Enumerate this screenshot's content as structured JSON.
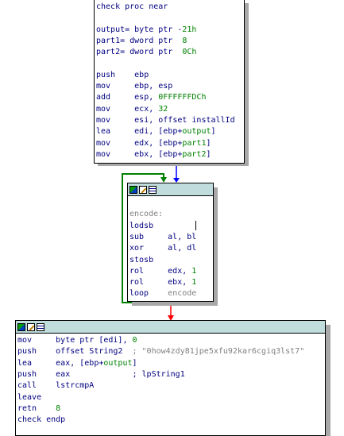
{
  "colors": {
    "background": "#ffffff",
    "titlebar": "#c0dcdc",
    "green_edge": "#008000",
    "red_edge": "#ff0000",
    "blue_edge": "#0000ff"
  },
  "icons": [
    "graph-icon",
    "edit-icon",
    "listing-icon"
  ],
  "block1": {
    "lines": [
      [
        {
          "t": "check proc near",
          "c": "mn"
        }
      ],
      [],
      [
        {
          "t": "output= byte ptr -",
          "c": "mn"
        },
        {
          "t": "21h",
          "c": "imm"
        }
      ],
      [
        {
          "t": "part1= dword ptr  ",
          "c": "mn"
        },
        {
          "t": "8",
          "c": "imm"
        }
      ],
      [
        {
          "t": "part2= dword ptr  ",
          "c": "mn"
        },
        {
          "t": "0Ch",
          "c": "imm"
        }
      ],
      [],
      [
        {
          "t": "push    ebp",
          "c": "mn"
        }
      ],
      [
        {
          "t": "mov     ebp, esp",
          "c": "mn"
        }
      ],
      [
        {
          "t": "add     esp, ",
          "c": "mn"
        },
        {
          "t": "0FFFFFFDCh",
          "c": "imm"
        }
      ],
      [
        {
          "t": "mov     ecx, ",
          "c": "mn"
        },
        {
          "t": "32",
          "c": "imm"
        }
      ],
      [
        {
          "t": "mov     esi, offset installId",
          "c": "mn"
        }
      ],
      [
        {
          "t": "lea     edi, [ebp+",
          "c": "mn"
        },
        {
          "t": "output",
          "c": "ref"
        },
        {
          "t": "]",
          "c": "mn"
        }
      ],
      [
        {
          "t": "mov     edx, [ebp+",
          "c": "mn"
        },
        {
          "t": "part1",
          "c": "ref"
        },
        {
          "t": "]",
          "c": "mn"
        }
      ],
      [
        {
          "t": "mov     ebx, [ebp+",
          "c": "mn"
        },
        {
          "t": "part2",
          "c": "ref"
        },
        {
          "t": "]",
          "c": "mn"
        }
      ]
    ]
  },
  "block2": {
    "lines": [
      [],
      [
        {
          "t": "encode:",
          "c": "lbl"
        }
      ],
      [
        {
          "t": "lodsb",
          "c": "mn"
        }
      ],
      [
        {
          "t": "sub     al, bl",
          "c": "mn"
        }
      ],
      [
        {
          "t": "xor     al, dl",
          "c": "mn"
        }
      ],
      [
        {
          "t": "stosb",
          "c": "mn"
        }
      ],
      [
        {
          "t": "rol     edx, ",
          "c": "mn"
        },
        {
          "t": "1",
          "c": "imm"
        }
      ],
      [
        {
          "t": "rol     ebx, ",
          "c": "mn"
        },
        {
          "t": "1",
          "c": "imm"
        }
      ],
      [
        {
          "t": "loop    ",
          "c": "mn"
        },
        {
          "t": "encode",
          "c": "lbl"
        }
      ]
    ]
  },
  "block3": {
    "lines": [
      [
        {
          "t": "mov     byte ptr [edi], ",
          "c": "mn"
        },
        {
          "t": "0",
          "c": "imm"
        }
      ],
      [
        {
          "t": "push    offset String2  ",
          "c": "mn"
        },
        {
          "t": "; \"0how4zdy81jpe5xfu92kar6cgiq3lst7\"",
          "c": "cmt"
        }
      ],
      [
        {
          "t": "lea     eax, [ebp+",
          "c": "mn"
        },
        {
          "t": "output",
          "c": "ref"
        },
        {
          "t": "]",
          "c": "mn"
        }
      ],
      [
        {
          "t": "push    eax             ",
          "c": "mn"
        },
        {
          "t": "; lpString1",
          "c": "mn"
        }
      ],
      [
        {
          "t": "call    lstrcmpA",
          "c": "mn"
        }
      ],
      [
        {
          "t": "leave",
          "c": "mn"
        }
      ],
      [
        {
          "t": "retn    ",
          "c": "mn"
        },
        {
          "t": "8",
          "c": "imm"
        }
      ],
      [
        {
          "t": "check endp",
          "c": "mn"
        }
      ]
    ]
  }
}
